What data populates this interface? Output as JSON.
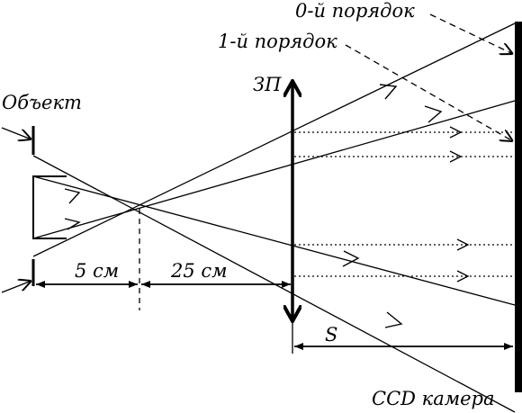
{
  "labels": {
    "object": "Объект",
    "zero_order": "0-й порядок",
    "first_order": "1-й порядок",
    "zone_plate": "ЗП",
    "dist_5": "5 см",
    "dist_25": "25 см",
    "dist_s": "S",
    "camera": "CCD камера"
  },
  "colors": {
    "stroke": "#000000",
    "background": "#ffffff"
  }
}
